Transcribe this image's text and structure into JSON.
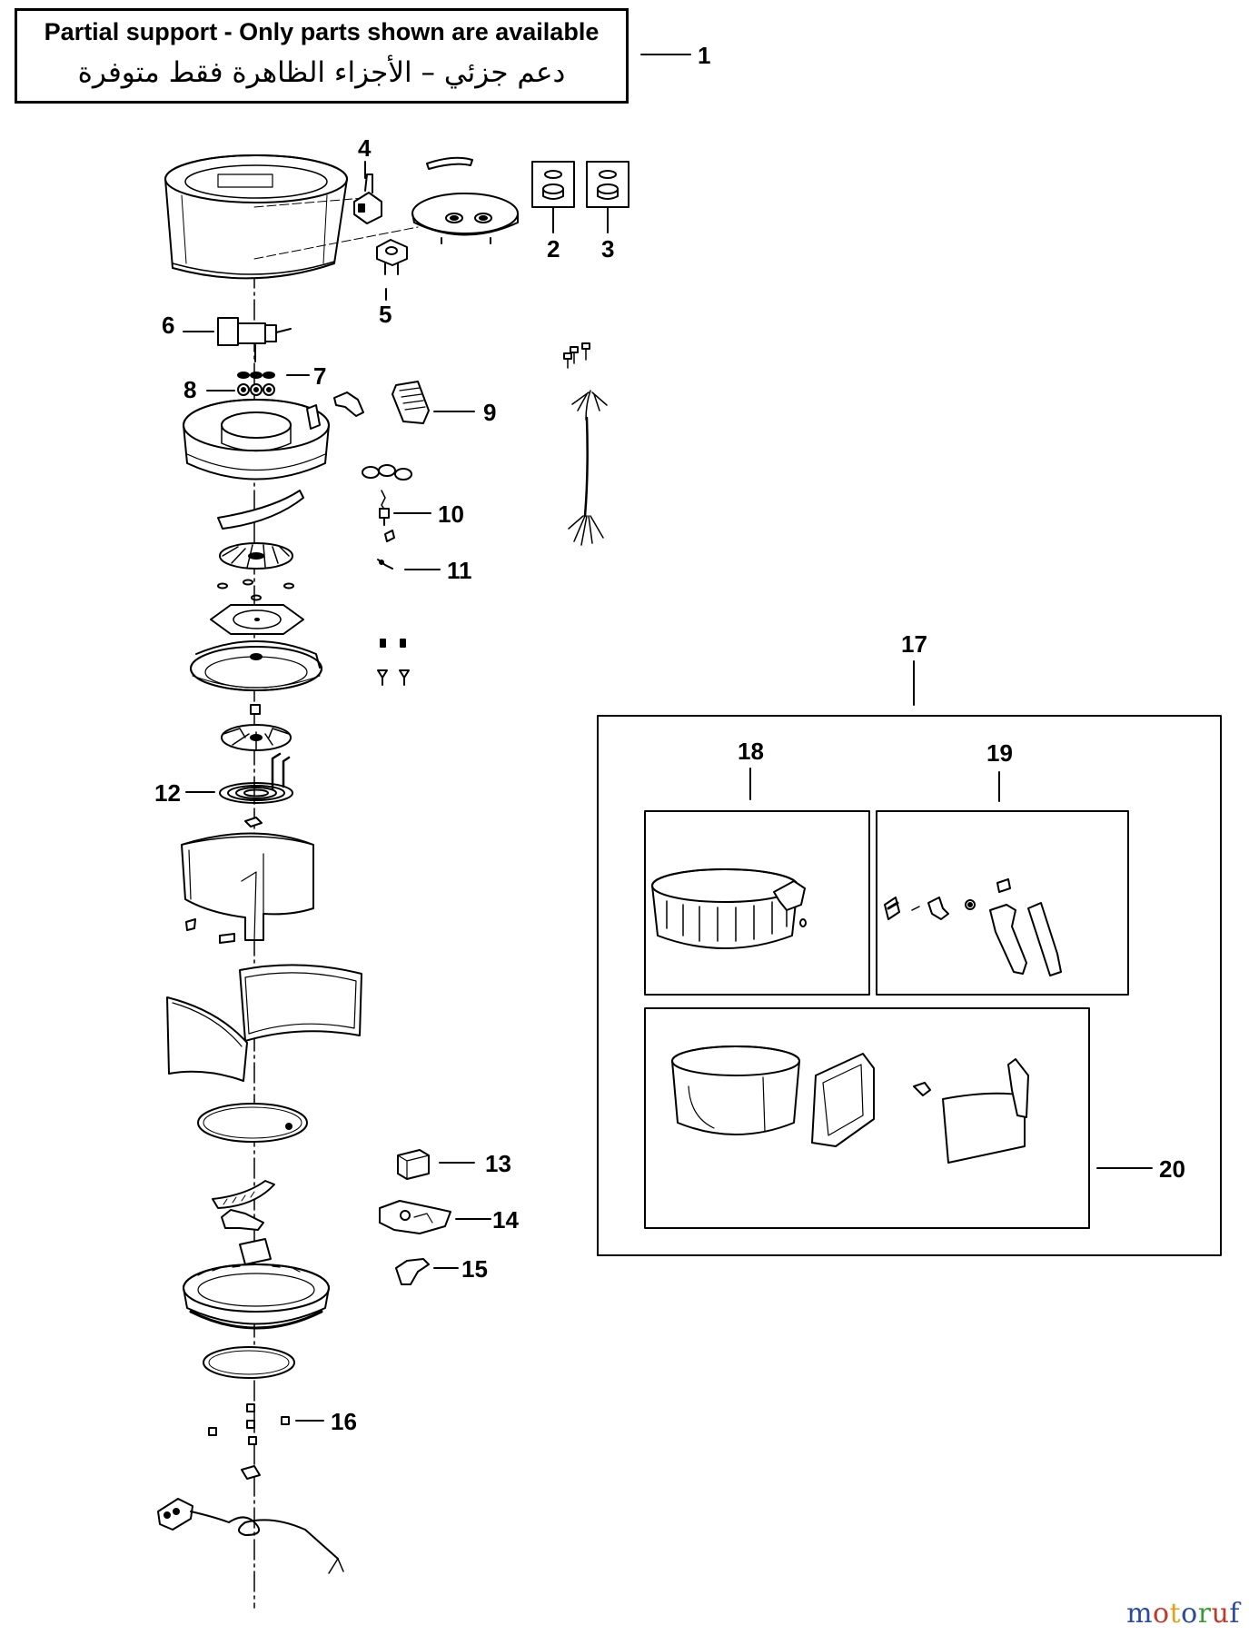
{
  "notice": {
    "english": "Partial support - Only parts shown are available",
    "arabic": "دعم جزئي – الأجزاء الظاهرة فقط متوفرة"
  },
  "callouts": {
    "c1": "1",
    "c2": "2",
    "c3": "3",
    "c4": "4",
    "c5": "5",
    "c6": "6",
    "c7": "7",
    "c8": "8",
    "c9": "9",
    "c10": "10",
    "c11": "11",
    "c12": "12",
    "c13": "13",
    "c14": "14",
    "c15": "15",
    "c16": "16",
    "c17": "17",
    "c18": "18",
    "c19": "19",
    "c20": "20"
  },
  "watermark": [
    "m",
    "o",
    "t",
    "o",
    "r",
    "u",
    "f"
  ],
  "colors": {
    "line": "#000000",
    "background": "#ffffff"
  }
}
